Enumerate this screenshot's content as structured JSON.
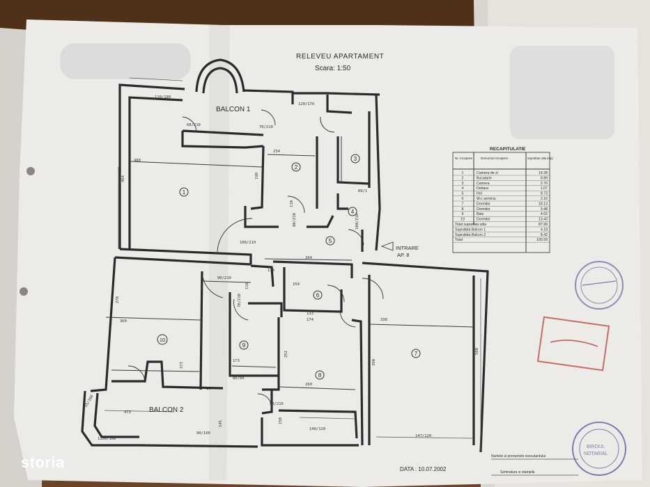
{
  "header": {
    "title": "RELEVEU APARTAMENT",
    "scale": "Scara:   1:50"
  },
  "balcony_labels": {
    "b1": "BALCON  1",
    "b2": "BALCON  2"
  },
  "entrance": {
    "line1": "INTRARE",
    "line2": "AP. 8"
  },
  "rooms": [
    "1",
    "2",
    "3",
    "4",
    "5",
    "6",
    "7",
    "8",
    "9",
    "10"
  ],
  "dimensions": [
    "480",
    "464",
    "234",
    "190",
    "118/180",
    "68/210",
    "70/210",
    "120/170",
    "80/210",
    "100/210",
    "106/210",
    "90/210",
    "70/210",
    "360",
    "278",
    "373",
    "338",
    "390",
    "500",
    "147/120",
    "140/120",
    "260",
    "252",
    "173",
    "150",
    "145",
    "80/80",
    "88/210",
    "473",
    "1150/160",
    "35/160",
    "90/160",
    "204",
    "159",
    "174",
    "133",
    "116",
    "110",
    "69/1",
    "10",
    "173"
  ],
  "recap": {
    "title": "RECAPITULATIE",
    "headers": [
      "Nr. Incapere",
      "Denumire Incapere",
      "Suprafata utila (mp)"
    ],
    "rows": [
      [
        "1",
        "Camera de zi",
        "19.38"
      ],
      [
        "2",
        "Bucatarie",
        "8.89"
      ],
      [
        "3",
        "Camera",
        "2.70"
      ],
      [
        "4",
        "Debara",
        "1.07"
      ],
      [
        "5",
        "Hol",
        "8.73"
      ],
      [
        "6",
        "W.c serviciu",
        "2.16"
      ],
      [
        "7",
        "Dormitor",
        "18.13"
      ],
      [
        "8",
        "Dormitor",
        "9.48"
      ],
      [
        "9",
        "Baie",
        "4.02"
      ],
      [
        "10",
        "Dormitor",
        "13.43"
      ]
    ],
    "totals": [
      [
        "Total suprafata utila",
        "87.99"
      ],
      [
        "Suprafata Balcon 1",
        "4.18"
      ],
      [
        "Suprafata Balcon 2",
        "8.42"
      ],
      [
        "Total",
        "100.59"
      ]
    ]
  },
  "date": "DATA :  10.07.2002",
  "footer": {
    "line1": "Numele si prenumele executantului",
    "line2": "Semnatura si stampila"
  },
  "stamp": {
    "line1": "BIROUL",
    "line2": "NOTARIAL"
  },
  "logo": "storia"
}
